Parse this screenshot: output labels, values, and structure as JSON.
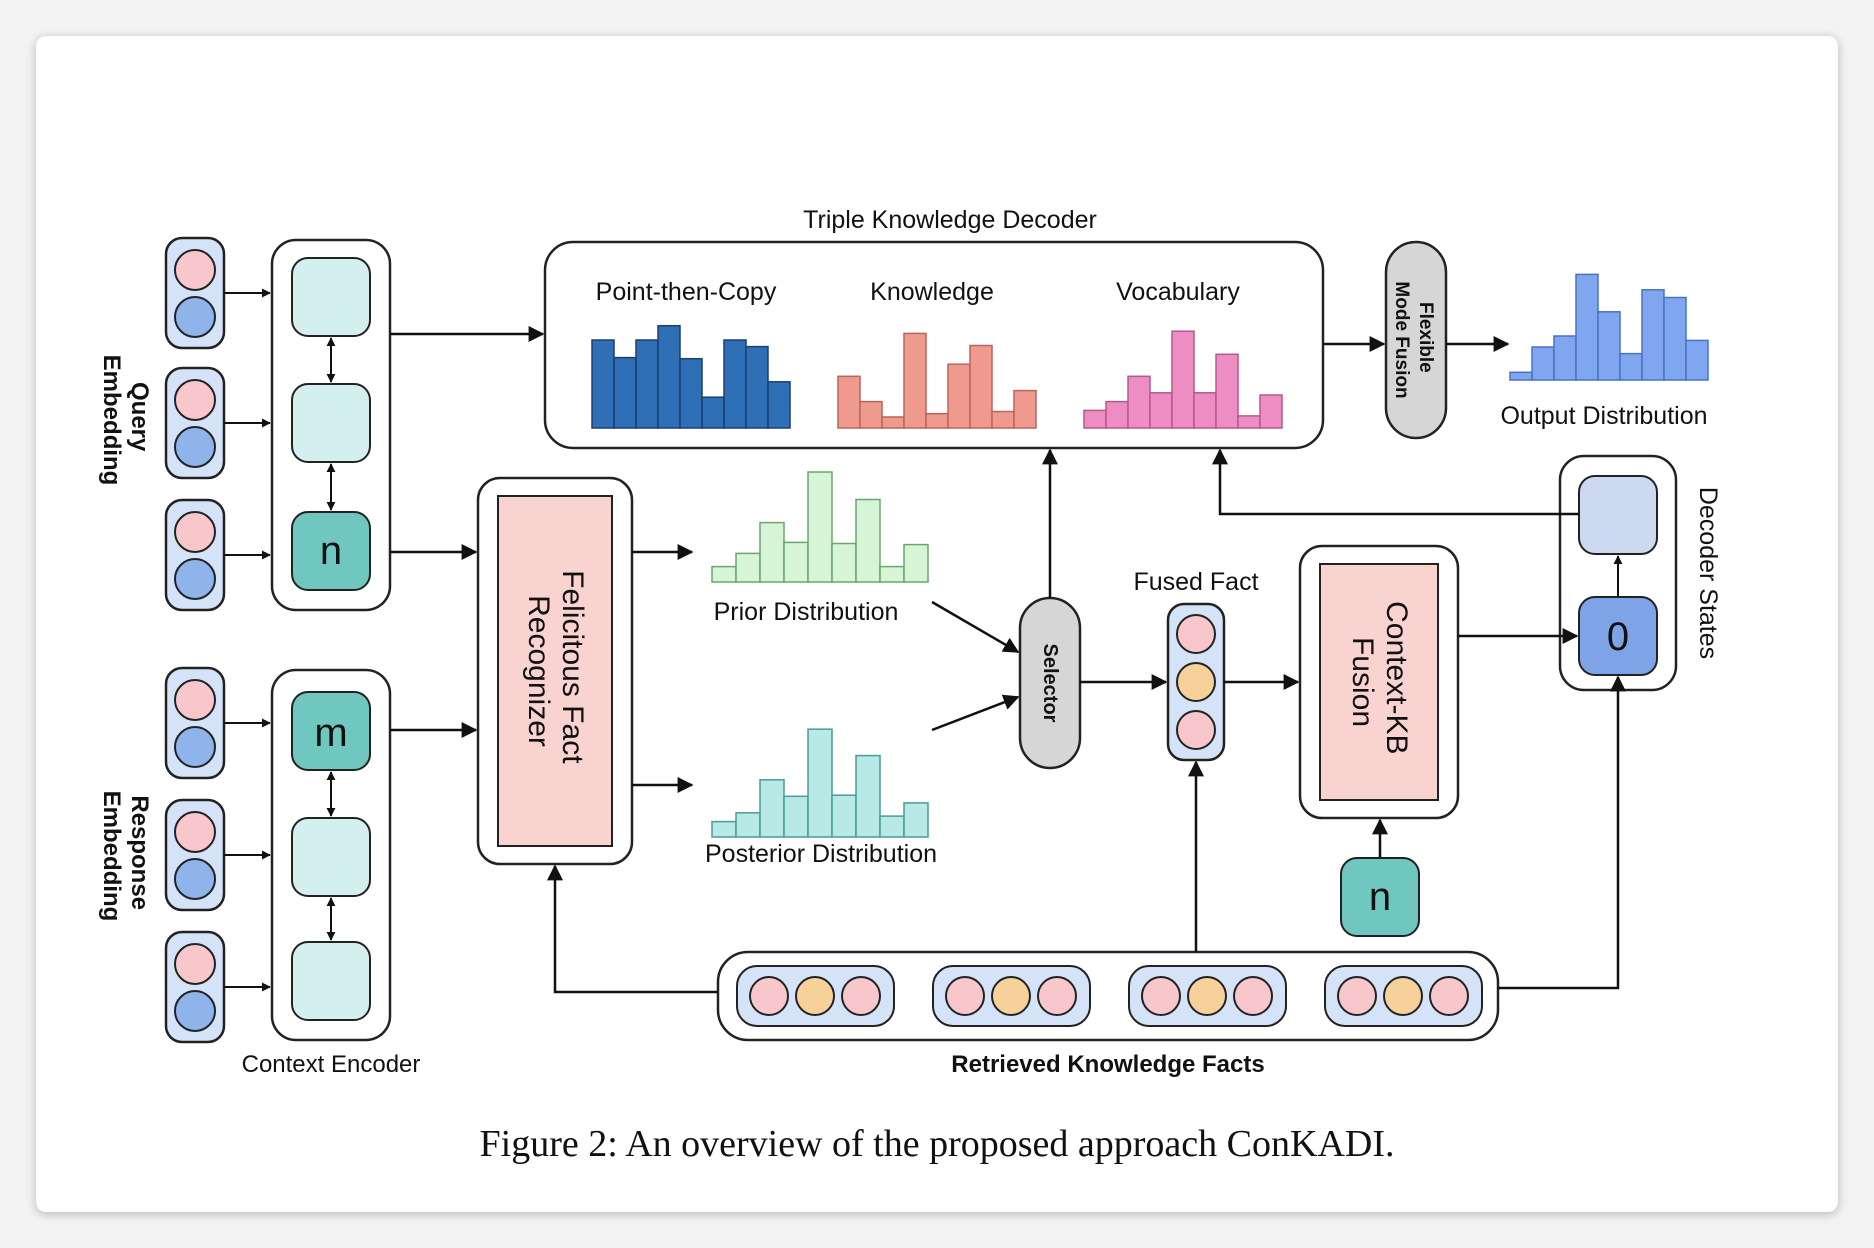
{
  "labels": {
    "query_embedding": "Query\nEmbedding",
    "response_embedding": "Response\nEmbedding",
    "context_encoder": "Context Encoder",
    "triple_decoder": "Triple Knowledge Decoder",
    "point_then_copy": "Point-then-Copy",
    "knowledge": "Knowledge",
    "vocabulary": "Vocabulary",
    "flexible_mode_fusion": "Flexible\nMode Fusion",
    "output_distribution": "Output Distribution",
    "felicitous_recognizer": "Felicitous Fact\nRecognizer",
    "prior_distribution": "Prior Distribution",
    "posterior_distribution": "Posterior Distribution",
    "selector": "Selector",
    "fused_fact": "Fused Fact",
    "context_kb_fusion": "Context-KB\nFusion",
    "decoder_states": "Decoder States",
    "retrieved_facts": "Retrieved Knowledge Facts",
    "n_symbol": "n",
    "m_symbol": "m",
    "zero_symbol": "0"
  },
  "caption": "Figure 2: An overview of the proposed approach ConKADI.",
  "colors": {
    "pink": "#f8c7cc",
    "blue": "#8fb4ec",
    "orange": "#f6d29a",
    "embed_bg": "#d4e3f7",
    "mint": "#d3f0ee",
    "teal": "#6fc7bf",
    "salmon": "#f9d3cf",
    "dark_blue": "#2f6fb5",
    "coral": "#ef9a8f",
    "hot_pink": "#ee8cc4",
    "light_green": "#d5f5d6",
    "light_teal": "#b7e9e6",
    "output_blue": "#7fa6ee",
    "selector_gray": "#d6d6d6",
    "decoder_light": "#cdd9f0",
    "decoder_zero": "#7ea3e6"
  },
  "histograms": {
    "point_then_copy": [
      0.8,
      0.64,
      0.8,
      0.93,
      0.63,
      0.28,
      0.8,
      0.74,
      0.42
    ],
    "knowledge": [
      0.47,
      0.24,
      0.1,
      0.86,
      0.13,
      0.58,
      0.75,
      0.15,
      0.34
    ],
    "vocabulary": [
      0.16,
      0.24,
      0.47,
      0.32,
      0.88,
      0.32,
      0.67,
      0.11,
      0.3
    ],
    "output": [
      0.07,
      0.3,
      0.4,
      0.96,
      0.62,
      0.24,
      0.82,
      0.75,
      0.36
    ],
    "prior": [
      0.14,
      0.26,
      0.54,
      0.36,
      1.0,
      0.35,
      0.75,
      0.14,
      0.34
    ],
    "posterior": [
      0.14,
      0.22,
      0.52,
      0.37,
      0.98,
      0.38,
      0.74,
      0.19,
      0.31
    ]
  }
}
